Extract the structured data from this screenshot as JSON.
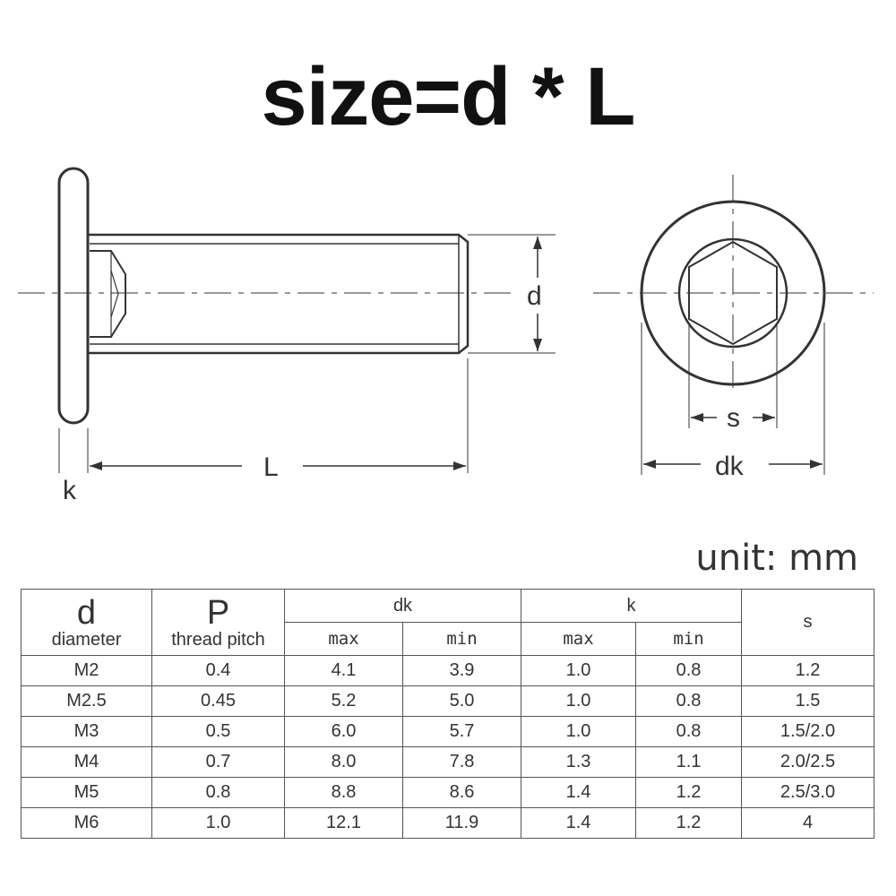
{
  "title": "size=d * L",
  "labels": {
    "d": "d",
    "L": "L",
    "k": "k",
    "s": "s",
    "dk": "dk"
  },
  "unit_label": "unit: mm",
  "table": {
    "header": {
      "d_symbol": "d",
      "d_caption": "diameter",
      "p_symbol": "P",
      "p_caption": "thread pitch",
      "dk": "dk",
      "k": "k",
      "s": "s",
      "max": "max",
      "min": "min"
    },
    "rows": [
      {
        "d": "M2",
        "p": "0.4",
        "dk_max": "4.1",
        "dk_min": "3.9",
        "k_max": "1.0",
        "k_min": "0.8",
        "s": "1.2"
      },
      {
        "d": "M2.5",
        "p": "0.45",
        "dk_max": "5.2",
        "dk_min": "5.0",
        "k_max": "1.0",
        "k_min": "0.8",
        "s": "1.5"
      },
      {
        "d": "M3",
        "p": "0.5",
        "dk_max": "6.0",
        "dk_min": "5.7",
        "k_max": "1.0",
        "k_min": "0.8",
        "s": "1.5/2.0"
      },
      {
        "d": "M4",
        "p": "0.7",
        "dk_max": "8.0",
        "dk_min": "7.8",
        "k_max": "1.3",
        "k_min": "1.1",
        "s": "2.0/2.5"
      },
      {
        "d": "M5",
        "p": "0.8",
        "dk_max": "8.8",
        "dk_min": "8.6",
        "k_max": "1.4",
        "k_min": "1.2",
        "s": "2.5/3.0"
      },
      {
        "d": "M6",
        "p": "1.0",
        "dk_max": "12.1",
        "dk_min": "11.9",
        "k_max": "1.4",
        "k_min": "1.2",
        "s": "4"
      }
    ]
  }
}
